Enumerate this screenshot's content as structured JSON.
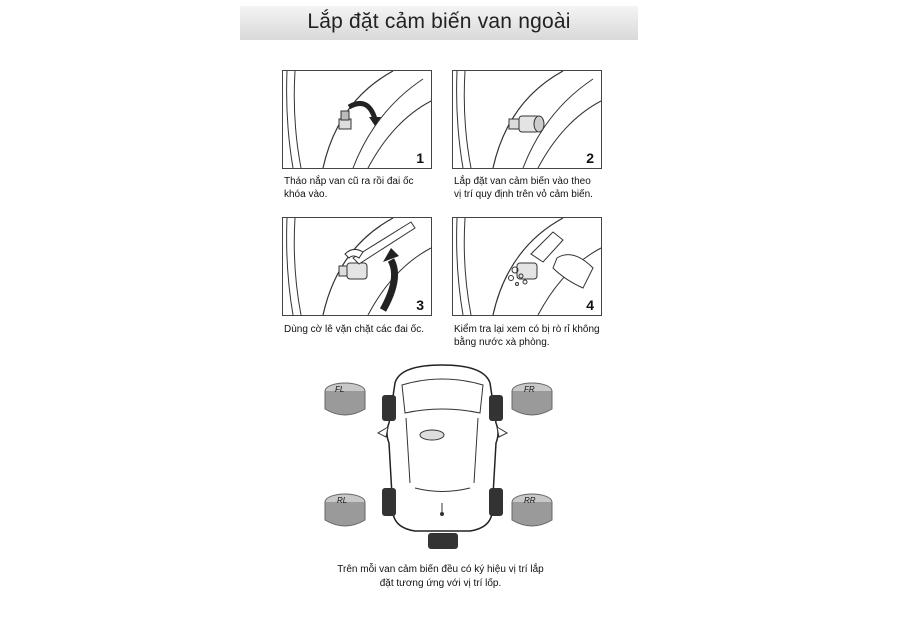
{
  "title": "Lắp đặt cảm biến van ngoài",
  "steps": [
    {
      "number": "1",
      "caption_line1": "Tháo nắp van cũ ra rồi đai ốc",
      "caption_line2": "khóa vào."
    },
    {
      "number": "2",
      "caption_line1": "Lắp đặt van cảm biến vào theo",
      "caption_line2": "vị trí quy định trên vỏ cảm biến."
    },
    {
      "number": "3",
      "caption_line1": "Dùng cờ lê vặn chặt các đai ốc.",
      "caption_line2": ""
    },
    {
      "number": "4",
      "caption_line1": "Kiểm tra lại xem có bị rò rỉ không",
      "caption_line2": "bằng nước xà phòng."
    }
  ],
  "sensors": {
    "fl": "FL",
    "fr": "FR",
    "rl": "RL",
    "rr": "RR"
  },
  "note": {
    "line1": "Trên mỗi van cảm biến đều có ký hiệu vị trí lắp",
    "line2": "đặt tương ứng với vị trí lốp."
  }
}
